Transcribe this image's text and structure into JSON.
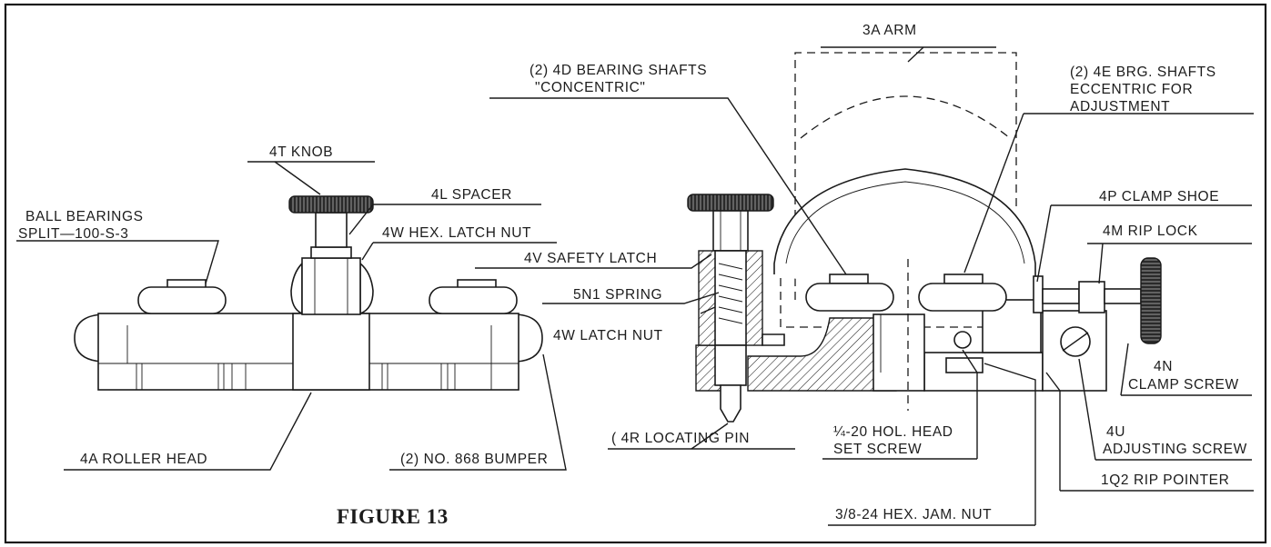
{
  "figure_title": "FIGURE 13",
  "labels": {
    "knob_4t": "4T KNOB",
    "spacer_4l": "4L SPACER",
    "hex_latch_nut_4w": "4W HEX. LATCH NUT",
    "ball_bearings_line1": "BALL BEARINGS",
    "ball_bearings_line2": "SPLIT—100-S-3",
    "roller_head_4a": "4A ROLLER HEAD",
    "bumper_868": "(2) NO. 868 BUMPER",
    "arm_3a": "3A ARM",
    "bearing_shafts_4d_line1": "(2) 4D BEARING SHAFTS",
    "bearing_shafts_4d_line2": "\"CONCENTRIC\"",
    "brg_shafts_4e_line1": "(2) 4E BRG. SHAFTS",
    "brg_shafts_4e_line2": "ECCENTRIC FOR",
    "brg_shafts_4e_line3": "ADJUSTMENT",
    "safety_latch_4v": "4V SAFETY LATCH",
    "spring_5n1": "5N1 SPRING",
    "latch_nut_4w": "4W LATCH NUT",
    "locating_pin_4r": "( 4R LOCATING PIN",
    "set_screw_line1": "¼-20 HOL. HEAD",
    "set_screw_line2": "SET SCREW",
    "jam_nut": "3/8-24 HEX. JAM. NUT",
    "clamp_shoe_4p": "4P CLAMP SHOE",
    "rip_lock_4m": "4M RIP LOCK",
    "clamp_screw_4n_line1": "4N",
    "clamp_screw_4n_line2": "CLAMP SCREW",
    "adjusting_screw_4u_line1": "4U",
    "adjusting_screw_4u_line2": "ADJUSTING SCREW",
    "rip_pointer_1q2": "1Q2 RIP POINTER"
  }
}
